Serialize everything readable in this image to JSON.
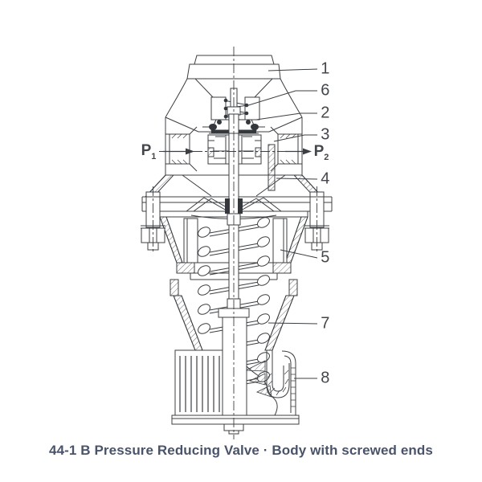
{
  "page": {
    "background": "#ffffff"
  },
  "figure": {
    "caption": "44-1 B Pressure Reducing Valve · Body with screwed ends",
    "caption_color": "#49536a",
    "line_color": "#3b3f43",
    "label_color": "#43474b",
    "inlet_label": {
      "base": "P",
      "sub": "1"
    },
    "outlet_label": {
      "base": "P",
      "sub": "2"
    },
    "part_labels": [
      "1",
      "6",
      "2",
      "3",
      "4",
      "5",
      "7",
      "8"
    ]
  }
}
